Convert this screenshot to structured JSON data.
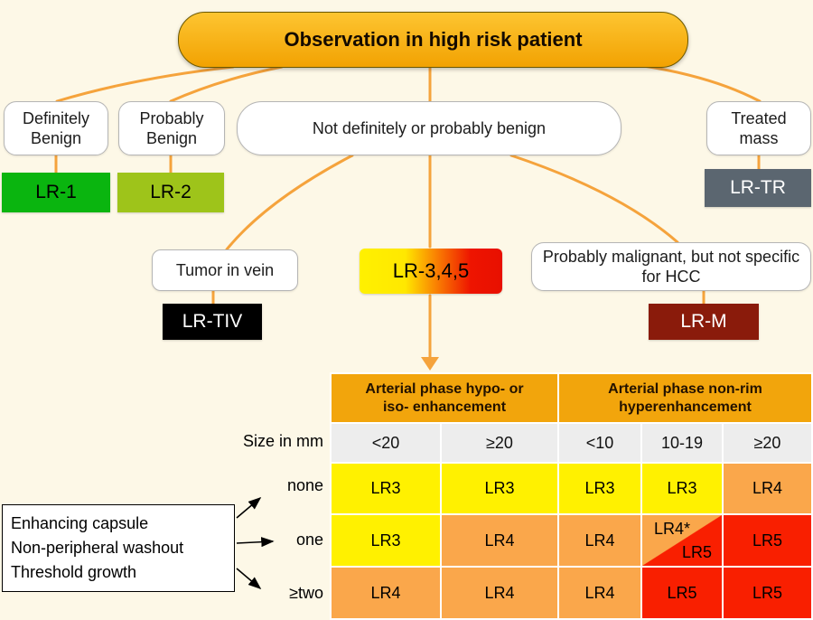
{
  "title": "Observation in high risk patient",
  "nodes": {
    "definitely_benign": "Definitely Benign",
    "lr1": "LR-1",
    "probably_benign": "Probably Benign",
    "lr2": "LR-2",
    "not_benign": "Not definitely or probably benign",
    "treated_mass": "Treated mass",
    "lrtr": "LR-TR",
    "tumor_in_vein": "Tumor in vein",
    "lrtiv": "LR-TIV",
    "lr345": "LR-3,4,5",
    "probably_malignant": "Probably malignant, but not specific for HCC",
    "lrm": "LR-M"
  },
  "table": {
    "group_headers": [
      "Arterial phase hypo- or iso- enhancement",
      "Arterial phase non-rim hyperenhancement"
    ],
    "size_label": "Size in mm",
    "col_headers": [
      "<20",
      "≥20",
      "<10",
      "10-19",
      "≥20"
    ],
    "row_labels": [
      "none",
      "one",
      "≥two"
    ],
    "rows": [
      [
        "LR3",
        "LR3",
        "LR3",
        "LR3",
        "LR4"
      ],
      [
        "LR3",
        "LR4",
        "LR4",
        {
          "top": "LR4*",
          "bottom": "LR5"
        },
        "LR5"
      ],
      [
        "LR4",
        "LR4",
        "LR4",
        "LR5",
        "LR5"
      ]
    ]
  },
  "legend": {
    "items": [
      "Enhancing capsule",
      "Non-peripheral washout",
      "Threshold growth"
    ]
  },
  "colors": {
    "background": "#fdf8e7",
    "title_gold": "#f2a202",
    "connector_orange": "#f5a33c",
    "lr1_green": "#0ab50f",
    "lr2_yellowgreen": "#9ec41a",
    "lr3_yellow": "#fff100",
    "lr4_orange": "#faa74b",
    "lr5_red": "#f91f00",
    "lrtr_gray": "#5b6670",
    "lrtiv_black": "#000000",
    "lrm_darkred": "#8a1b0b",
    "table_header_orange": "#f2a50c"
  }
}
